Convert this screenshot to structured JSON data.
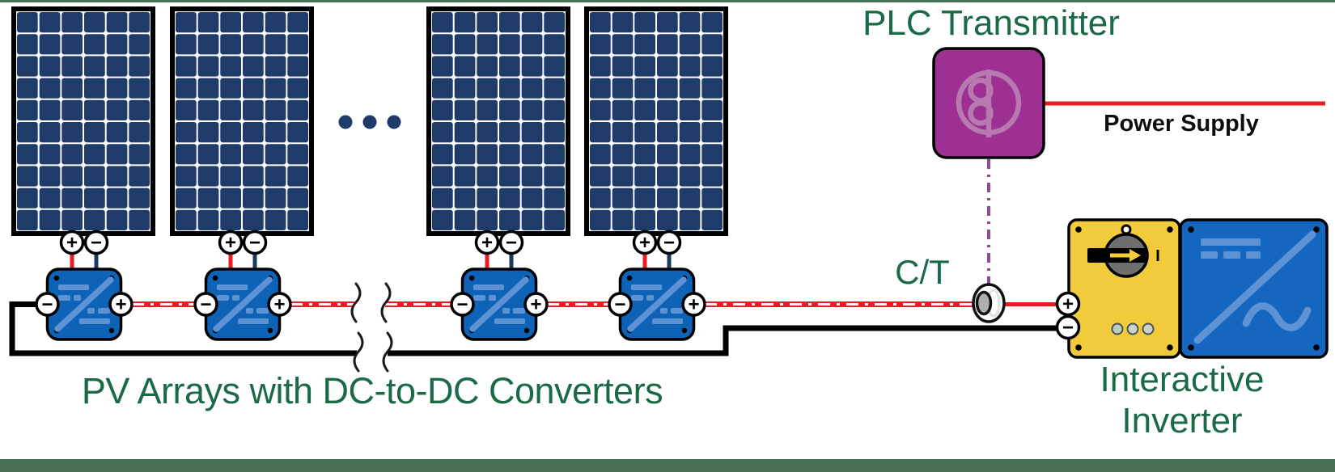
{
  "labels": {
    "pv_arrays": "PV Arrays with DC-to-DC Converters",
    "plc_transmitter": "PLC Transmitter",
    "power_supply": "Power Supply",
    "current_transformer": "C/T",
    "inverter_line1": "Interactive",
    "inverter_line2": "Inverter"
  },
  "symbols": {
    "plus": "+",
    "minus": "−",
    "switch_on": "I"
  },
  "pv": {
    "panel_count_visible": 4,
    "cell_columns": 6,
    "cell_rows": 10,
    "ellipsis_dots": 3,
    "converter_count_visible": 4
  },
  "colors": {
    "green_text": "#1a6a46",
    "green_bar": "#4a7154",
    "panel_navy": "#1f3b69",
    "converter_blue": "#0e63b6",
    "inverter_blue": "#1566bf",
    "symbol_lightblue": "#5d93d4",
    "plc_purple": "#9d3092",
    "plc_symbol_purple": "#b879b1",
    "signal_purple": "#8d4b92",
    "wire_red": "#e91c23",
    "wire_black": "#000000",
    "wire_navy": "#1d3a5e",
    "disconnect_yellow": "#f2cb3d",
    "switch_gray": "#6e6e6e"
  }
}
